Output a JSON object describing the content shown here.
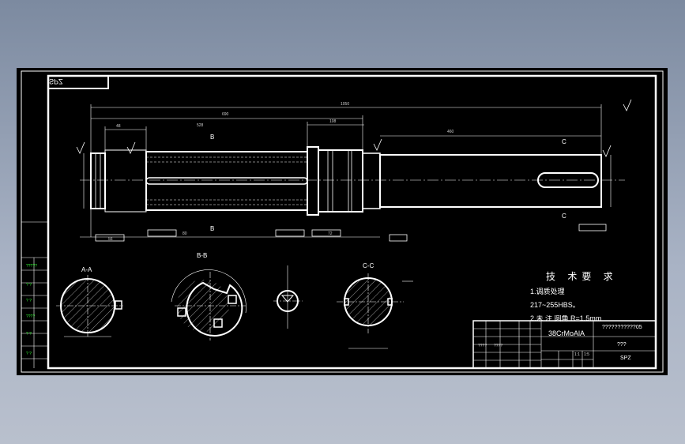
{
  "drawing": {
    "stamp_text": "SPZ",
    "section_labels": {
      "aa": "A-A",
      "bb": "B-B",
      "cc": "C-C",
      "b_top": "B",
      "b_bottom": "B",
      "c_top": "C",
      "c_bottom": "C"
    },
    "dimension_labels": {
      "overall": "1050",
      "left_span": "690",
      "center_span": "528",
      "right_span": "460",
      "small_a": "48",
      "small_b": "108",
      "small_c": "72",
      "small_d": "80",
      "small_e": "56"
    },
    "tech_requirements": {
      "title": "技 术要 求",
      "item1": "1.调质处理",
      "item2": "217~255HBS。",
      "item3": "2.未 注 圆角 R=1.5mm"
    },
    "title_block": {
      "material": "38CrMoAlA",
      "drawing_code": "???????????05",
      "name": "???",
      "part": "SPZ",
      "small_a": "????",
      "small_b": "????",
      "scale": "1:1",
      "sheet": "1:5"
    },
    "left_strip": [
      "?????",
      "? ?",
      "? ?",
      "????",
      "? ?",
      "? ?"
    ],
    "colors": {
      "line": "#ffffff",
      "background": "#000000",
      "strip_text": "#33ff33",
      "surround": "#8a96a9"
    }
  }
}
